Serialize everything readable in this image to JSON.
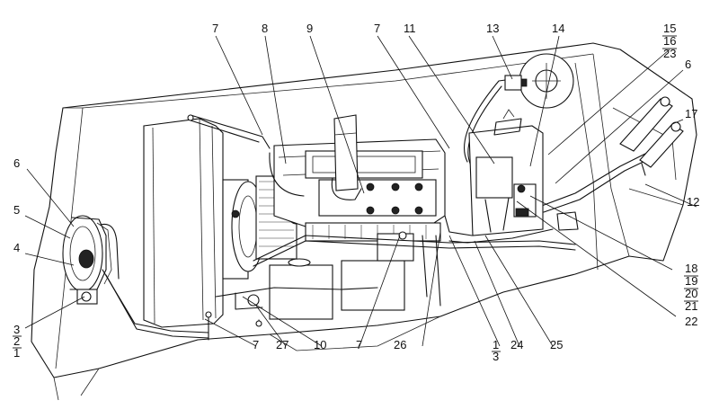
{
  "callouts": [
    {
      "id": "l7a",
      "text": "7"
    },
    {
      "id": "l8",
      "text": "8"
    },
    {
      "id": "l9",
      "text": "9"
    },
    {
      "id": "l7b",
      "text": "7"
    },
    {
      "id": "l11",
      "text": "11"
    },
    {
      "id": "l13",
      "text": "13"
    },
    {
      "id": "l14",
      "text": "14"
    },
    {
      "id": "l15",
      "text": "15"
    },
    {
      "id": "l16",
      "text": "16"
    },
    {
      "id": "l23",
      "text": "23"
    },
    {
      "id": "l6r",
      "text": "6"
    },
    {
      "id": "l17",
      "text": "17"
    },
    {
      "id": "l12",
      "text": "12"
    },
    {
      "id": "l18",
      "text": "18"
    },
    {
      "id": "l19",
      "text": "19"
    },
    {
      "id": "l20",
      "text": "20"
    },
    {
      "id": "l21",
      "text": "21"
    },
    {
      "id": "l22",
      "text": "22"
    },
    {
      "id": "l6l",
      "text": "6"
    },
    {
      "id": "l5",
      "text": "5"
    },
    {
      "id": "l4",
      "text": "4"
    },
    {
      "id": "l3",
      "text": "3"
    },
    {
      "id": "l2",
      "text": "2"
    },
    {
      "id": "l1",
      "text": "1"
    },
    {
      "id": "l7c",
      "text": "7"
    },
    {
      "id": "l27",
      "text": "27"
    },
    {
      "id": "l10",
      "text": "10"
    },
    {
      "id": "l7d",
      "text": "7"
    },
    {
      "id": "l26",
      "text": "26"
    },
    {
      "id": "l1b",
      "text": "1"
    },
    {
      "id": "l3b",
      "text": "3"
    },
    {
      "id": "l24",
      "text": "24"
    },
    {
      "id": "l25",
      "text": "25"
    }
  ]
}
